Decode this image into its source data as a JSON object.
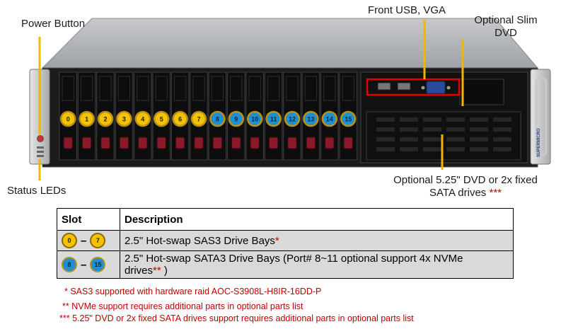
{
  "callouts": {
    "power_button": "Power Button",
    "status_leds": "Status LEDs",
    "front_usb_vga": "Front USB, VGA",
    "optional_slim_dvd_line1": "Optional Slim",
    "optional_slim_dvd_line2": "DVD",
    "optional_dvd_line1": "Optional 5.25\" DVD or 2x fixed",
    "optional_dvd_line2": "SATA drives",
    "optional_dvd_asterisks": "***"
  },
  "brand_label": "SUPERMICRO",
  "drive_bays": [
    {
      "slot": "0",
      "type": "sas3"
    },
    {
      "slot": "1",
      "type": "sas3"
    },
    {
      "slot": "2",
      "type": "sas3"
    },
    {
      "slot": "3",
      "type": "sas3"
    },
    {
      "slot": "4",
      "type": "sas3"
    },
    {
      "slot": "5",
      "type": "sas3"
    },
    {
      "slot": "6",
      "type": "sas3"
    },
    {
      "slot": "7",
      "type": "sas3"
    },
    {
      "slot": "8",
      "type": "sata3"
    },
    {
      "slot": "9",
      "type": "sata3"
    },
    {
      "slot": "10",
      "type": "sata3"
    },
    {
      "slot": "11",
      "type": "sata3"
    },
    {
      "slot": "12",
      "type": "sata3"
    },
    {
      "slot": "13",
      "type": "sata3"
    },
    {
      "slot": "14",
      "type": "sata3"
    },
    {
      "slot": "15",
      "type": "sata3"
    }
  ],
  "colors": {
    "sas3_badge": "#f4c200",
    "sata3_badge": "#1f8fd0",
    "highlight": "#e00000",
    "callout_line": "#f2b600"
  },
  "table": {
    "header_slot": "Slot",
    "header_description": "Description",
    "rows": [
      {
        "from": "0",
        "to": "7",
        "dash": "–",
        "description": "2.5\" Hot-swap SAS3 Drive Bays",
        "asterisk": "*"
      },
      {
        "from": "8",
        "to": "15",
        "dash": "–",
        "description_line1": "2.5\" Hot-swap SATA3 Drive Bays (Port# 8~11 optional support 4x NVMe",
        "description_line2": "drives",
        "asterisk": "**",
        "closing": " )"
      }
    ]
  },
  "footnotes": [
    "* SAS3 supported with hardware  raid  AOC-S3908L-H8IR-16DD-P",
    "** NVMe support requires  additional parts in optional parts list",
    "*** 5.25\" DVD or 2x fixed SATA drives  support requires  additional parts in optional parts list"
  ]
}
